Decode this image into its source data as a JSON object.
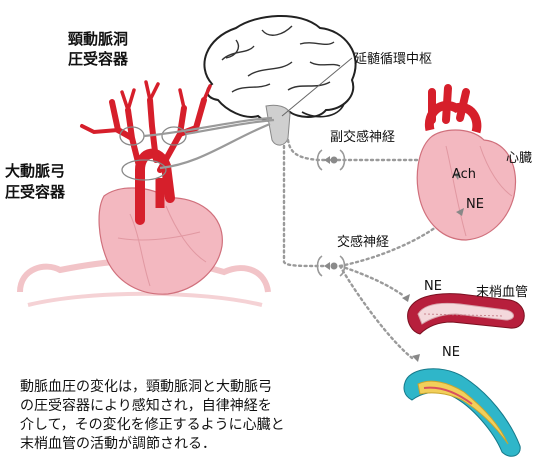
{
  "labels": {
    "carotid_sinus_line1": "頸動脈洞",
    "carotid_sinus_line2": "圧受容器",
    "aortic_arch_line1": "大動脈弓",
    "aortic_arch_line2": "圧受容器",
    "medulla_center": "延髄循環中枢",
    "parasympathetic": "副交感神経",
    "sympathetic": "交感神経",
    "heart": "心臓",
    "ach": "Ach",
    "ne_heart": "NE",
    "ne_vessel_upper": "NE",
    "ne_vessel_lower": "NE",
    "peripheral_vessel": "末梢血管"
  },
  "caption": [
    "動脈血圧の変化は，頸動脈洞と大動脈弓",
    "の圧受容器により感知され，自律神経を",
    "介して，その変化を修正するように心臓と",
    "末梢血管の活動が調節される．"
  ],
  "colors": {
    "artery": "#d61f2b",
    "heart": "#f3b8c0",
    "nerve": "#9a9a9a",
    "brain_outline": "#222222",
    "vessel_teal": "#2fb6c9"
  }
}
